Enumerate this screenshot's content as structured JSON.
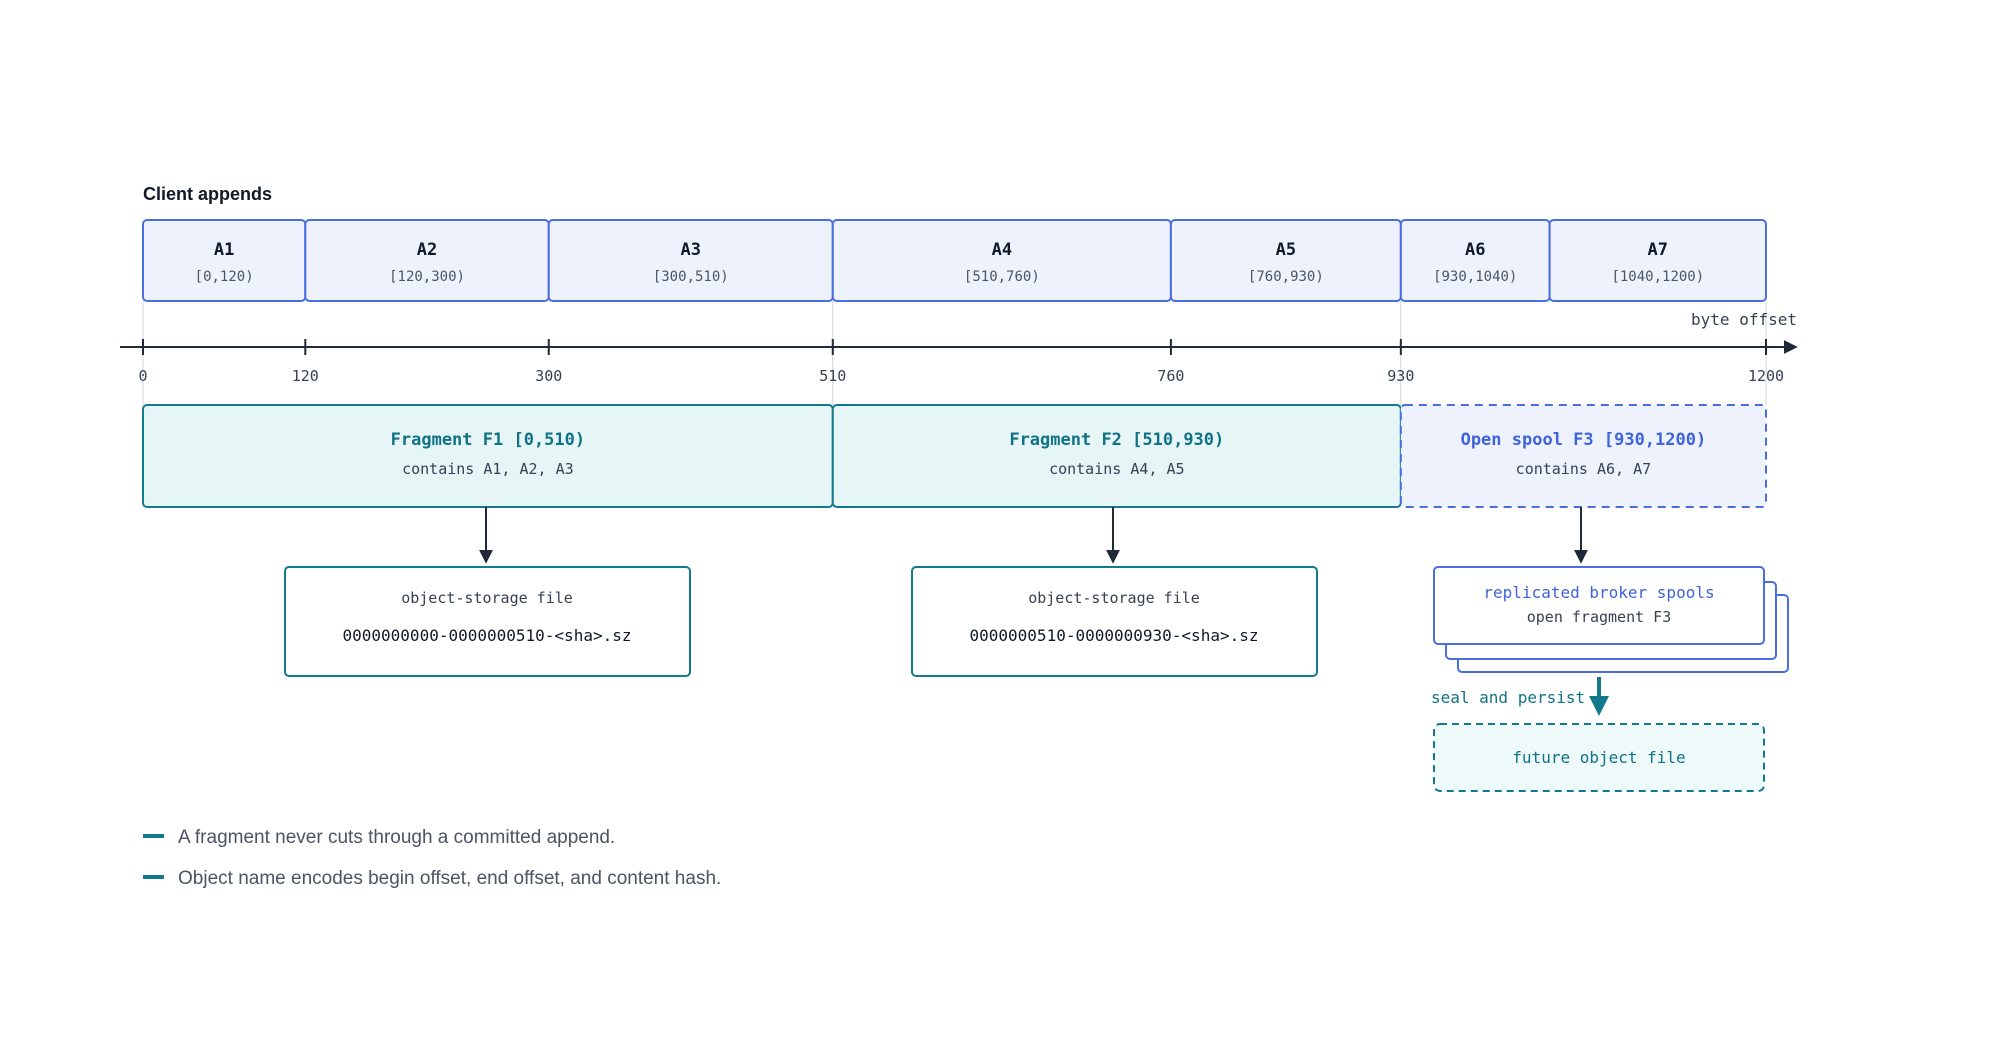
{
  "section_title": "Client appends",
  "axis": {
    "label": "byte offset",
    "ticks": [
      0,
      120,
      300,
      510,
      760,
      930,
      1200
    ]
  },
  "appends": [
    {
      "name": "A1",
      "range": "[0,120)",
      "start": 0,
      "end": 120
    },
    {
      "name": "A2",
      "range": "[120,300)",
      "start": 120,
      "end": 300
    },
    {
      "name": "A3",
      "range": "[300,510)",
      "start": 300,
      "end": 510
    },
    {
      "name": "A4",
      "range": "[510,760)",
      "start": 510,
      "end": 760
    },
    {
      "name": "A5",
      "range": "[760,930)",
      "start": 760,
      "end": 930
    },
    {
      "name": "A6",
      "range": "[930,1040)",
      "start": 930,
      "end": 1040
    },
    {
      "name": "A7",
      "range": "[1040,1200)",
      "start": 1040,
      "end": 1200
    }
  ],
  "fragments": [
    {
      "title": "Fragment F1 [0,510)",
      "contains": "contains A1, A2, A3",
      "start": 0,
      "end": 510,
      "open": false
    },
    {
      "title": "Fragment F2 [510,930)",
      "contains": "contains A4, A5",
      "start": 510,
      "end": 930,
      "open": false
    },
    {
      "title": "Open spool F3 [930,1200)",
      "contains": "contains A6, A7",
      "start": 930,
      "end": 1200,
      "open": true
    }
  ],
  "storage_files": [
    {
      "label": "object-storage file",
      "name": "0000000000-0000000510-<sha>.sz"
    },
    {
      "label": "object-storage file",
      "name": "0000000510-0000000930-<sha>.sz"
    }
  ],
  "spools": {
    "title": "replicated broker spools",
    "subtitle": "open fragment F3"
  },
  "seal_label": "seal and persist",
  "future_file": "future object file",
  "notes": [
    "A fragment never cuts through a committed append.",
    "Object name encodes begin offset, end offset, and content hash."
  ],
  "colors": {
    "append_fill": "#eef2fd",
    "append_stroke": "#4a6ee0",
    "fragment_fill": "#e6f6f6",
    "fragment_stroke": "#137a8e",
    "fragment_text": "#117186",
    "open_text": "#3f63d8",
    "axis": "#1f2937",
    "note_dash": "#137a8e",
    "text_dark": "#111827",
    "text_muted": "#4b5563"
  }
}
